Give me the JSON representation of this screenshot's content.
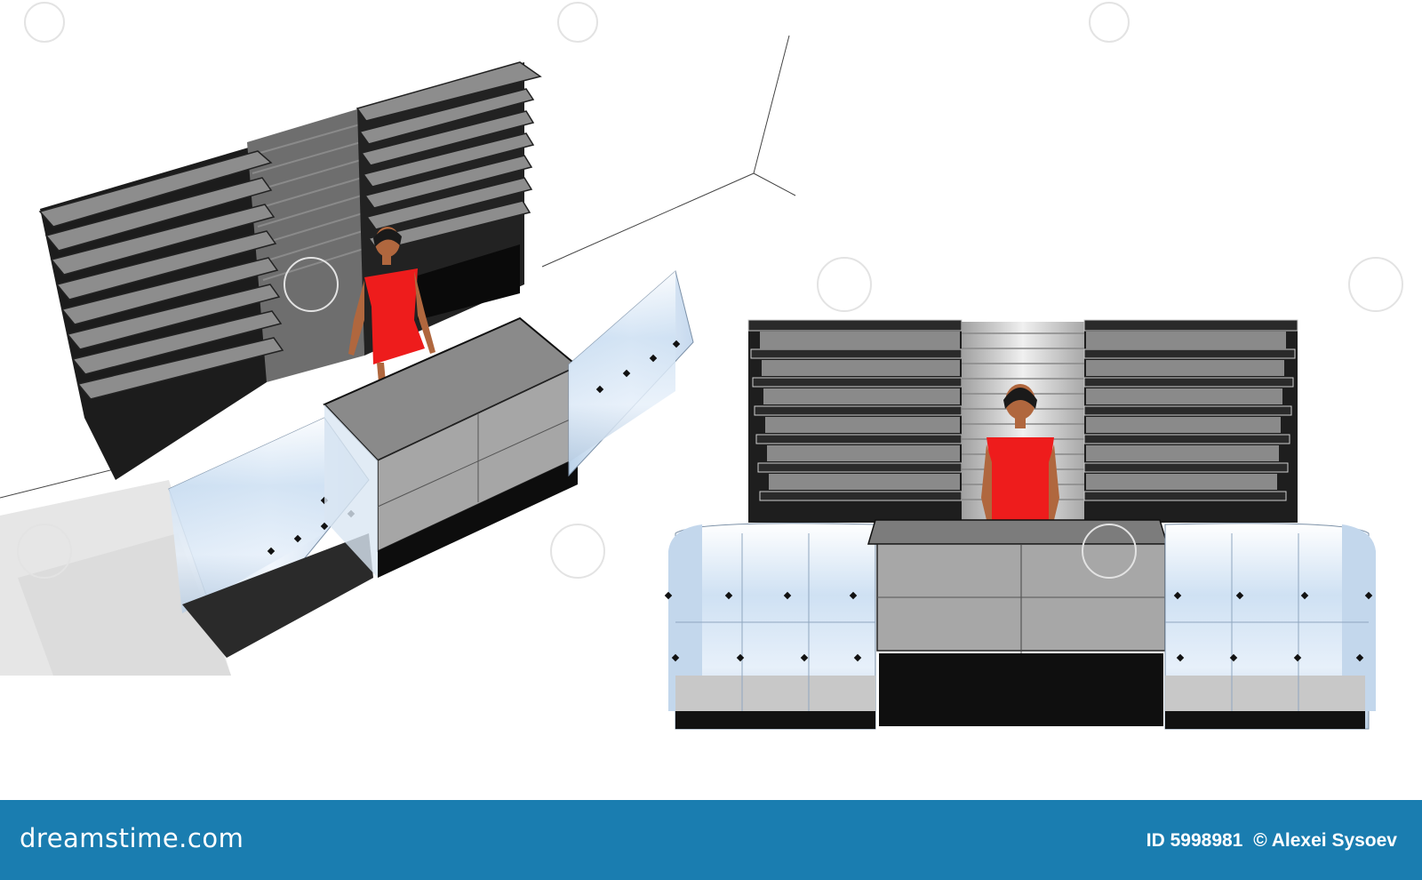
{
  "image": {
    "subject": "3d retail store counter with shelving and shop assistant",
    "colors": {
      "background": "#ffffff",
      "footer_bar": "#1a7db0",
      "shelf_dark": "#2b2b2b",
      "shelf_light": "#9a9a9a",
      "glass": "#d6e6f5",
      "dress": "#ee1c1c",
      "skin": "#b0673e"
    }
  },
  "footer": {
    "brand": "dreamstime.com",
    "image_id": "ID 5998981",
    "copyright": "© Alexei Sysoev"
  }
}
